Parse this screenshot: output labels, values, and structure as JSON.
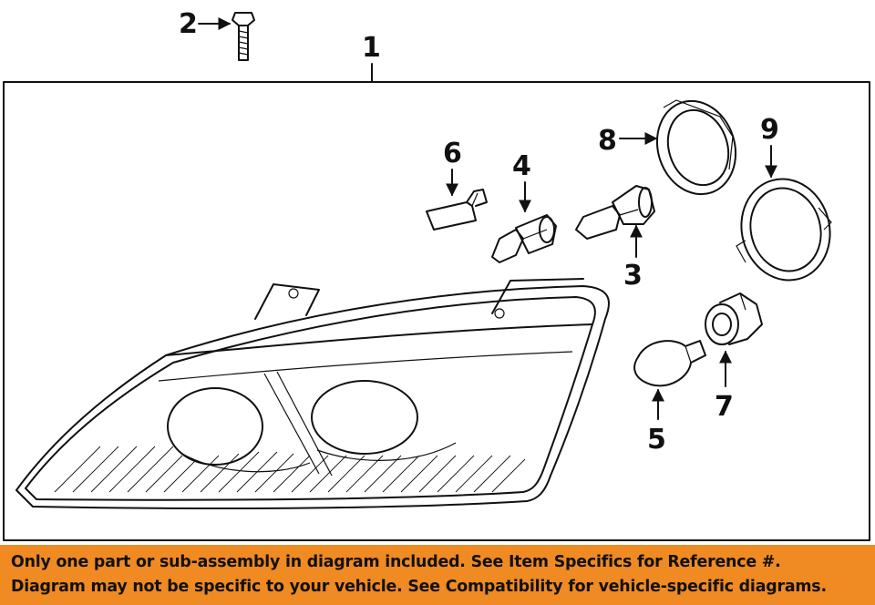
{
  "callouts": {
    "c1": "1",
    "c2": "2",
    "c3": "3",
    "c4": "4",
    "c5": "5",
    "c6": "6",
    "c7": "7",
    "c8": "8",
    "c9": "9"
  },
  "banner": {
    "line1": "Only one part or sub-assembly in diagram included. See Item Specifics for Reference #.",
    "line2": "Diagram may not be specific to your vehicle. See Compatibility for vehicle-specific diagrams."
  },
  "colors": {
    "banner_background": "#f08a22",
    "line_art": "#111111"
  }
}
